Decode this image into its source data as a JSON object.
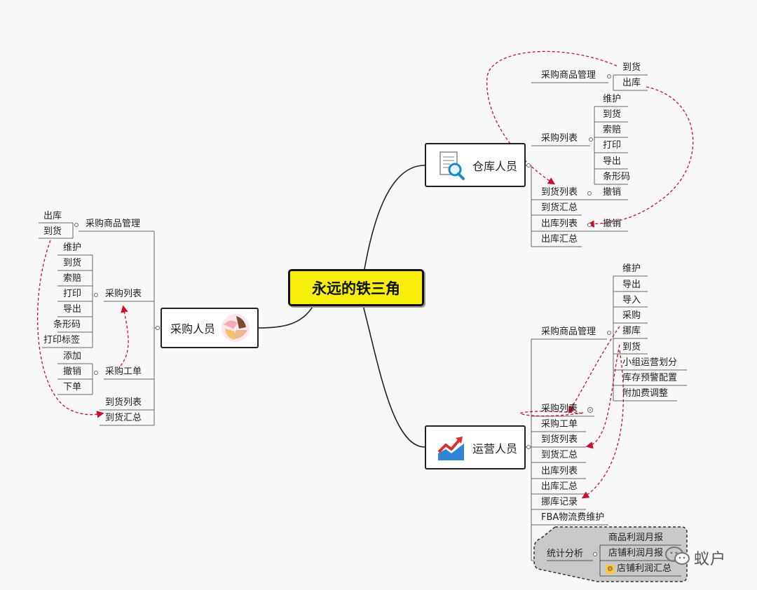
{
  "center": "永远的铁三角",
  "purchasing": {
    "label": "采购人员",
    "mgmt": "采购商品管理",
    "mgmt_items": [
      "出库",
      "到货"
    ],
    "list": "采购列表",
    "list_items": [
      "维护",
      "到货",
      "索赔",
      "打印",
      "导出",
      "条形码",
      "打印标签"
    ],
    "order": "采购工单",
    "order_items": [
      "添加",
      "撤销",
      "下单"
    ],
    "arrival_list": "到货列表",
    "arrival_summary": "到货汇总"
  },
  "warehouse": {
    "label": "仓库人员",
    "mgmt": "采购商品管理",
    "mgmt_items": [
      "到货",
      "出库"
    ],
    "list": "采购列表",
    "list_items": [
      "维护",
      "到货",
      "索赔",
      "打印",
      "导出",
      "条形码"
    ],
    "arrival_list": "到货列表",
    "arrival_cancel": "撤销",
    "arrival_summary": "到货汇总",
    "out_list": "出库列表",
    "out_cancel": "撤销",
    "out_summary": "出库汇总"
  },
  "operations": {
    "label": "运营人员",
    "mgmt": "采购商品管理",
    "mgmt_items": [
      "维护",
      "导出",
      "导入",
      "采购",
      "挪库",
      "到货",
      "小组运营划分",
      "库存预警配置",
      "附加费调整"
    ],
    "branches": [
      "采购列表",
      "采购工单",
      "到货列表",
      "到货汇总",
      "出库列表",
      "出库汇总",
      "挪库记录",
      "FBA物流费维护"
    ],
    "stats": "统计分析",
    "stats_items": [
      "商品利润月报",
      "店铺利润月报",
      "店铺利润汇总"
    ]
  },
  "watermark": "蚁户",
  "colors": {
    "center_fill": "#f7ee0b",
    "relation": "#c8102e",
    "line": "#666666"
  }
}
